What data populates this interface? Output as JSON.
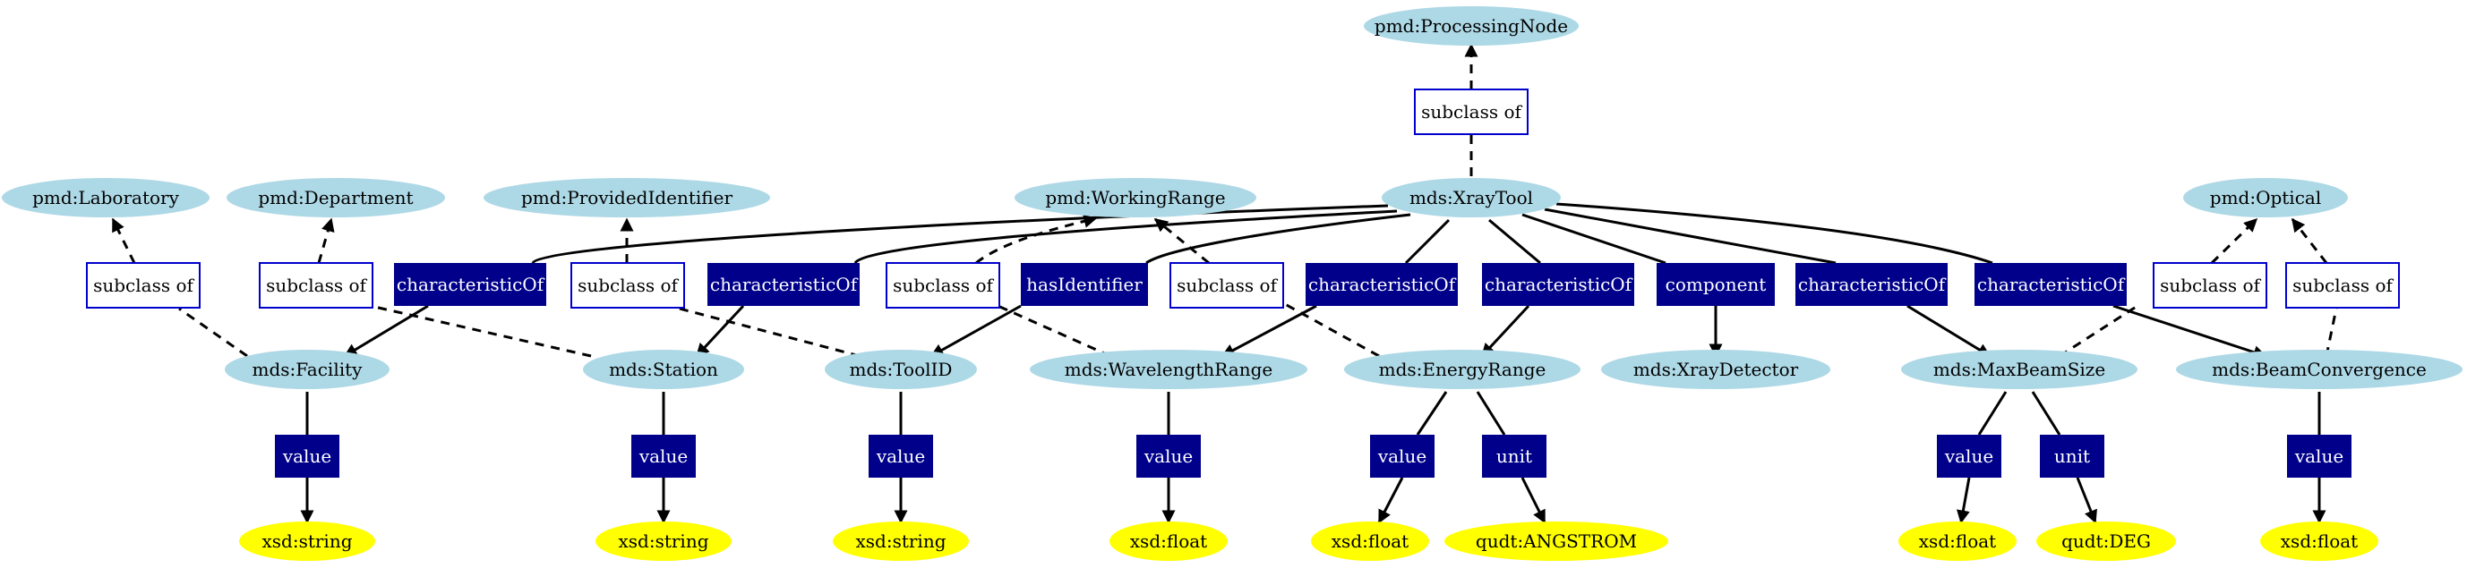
{
  "colors": {
    "class_fill": "#add8e6",
    "datatype_fill": "#ffff00",
    "property_fill": "#00008b",
    "property_text": "#ffffff",
    "subclass_fill": "#ffffff",
    "subclass_stroke": "#0000cd",
    "edge": "#000000"
  },
  "nodes": {
    "processing_node": "pmd:ProcessingNode",
    "laboratory": "pmd:Laboratory",
    "department": "pmd:Department",
    "provided_identifier": "pmd:ProvidedIdentifier",
    "working_range": "pmd:WorkingRange",
    "xray_tool": "mds:XrayTool",
    "optical": "pmd:Optical",
    "facility": "mds:Facility",
    "station": "mds:Station",
    "tool_id": "mds:ToolID",
    "wavelength_range": "mds:WavelengthRange",
    "energy_range": "mds:EnergyRange",
    "xray_detector": "mds:XrayDetector",
    "max_beam_size": "mds:MaxBeamSize",
    "beam_convergence": "mds:BeamConvergence",
    "facility_type": "xsd:string",
    "station_type": "xsd:string",
    "tool_id_type": "xsd:string",
    "wavelength_type": "xsd:float",
    "energy_type": "xsd:float",
    "energy_unit_value": "qudt:ANGSTROM",
    "beam_size_type": "xsd:float",
    "beam_size_unit_value": "qudt:DEG",
    "convergence_type": "xsd:float"
  },
  "relations": {
    "subclass_label": "subclass of",
    "characteristic_of": "characteristicOf",
    "has_identifier": "hasIdentifier",
    "component": "component",
    "value": "value",
    "unit": "unit"
  }
}
